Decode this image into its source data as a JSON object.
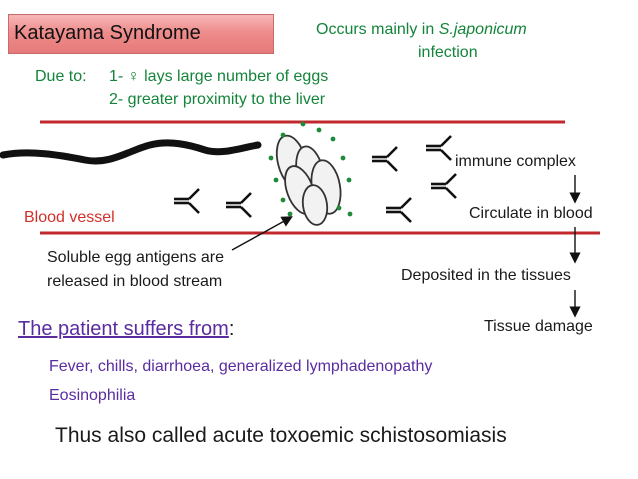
{
  "header": {
    "title": "Katayama Syndrome",
    "note_line1": "Occurs mainly in S.japonicum",
    "note_line2": "infection"
  },
  "causes": {
    "label": "Due to:",
    "items": [
      "1- ♀ lays large number of eggs",
      "2- greater proximity to the liver"
    ]
  },
  "diagram": {
    "blood_vessel_label": "Blood vessel",
    "antigen_text": [
      "Soluble egg antigens are",
      "released in blood stream"
    ],
    "sequence": [
      "immune complex",
      "Circulate in blood",
      "Deposited in the tissues",
      "Tissue damage"
    ]
  },
  "symptoms": {
    "heading": "The patient suffers from",
    "items": [
      "Fever, chills, diarrhoea, generalized lymphadenopathy",
      "Eosinophilia"
    ]
  },
  "conclusion": "Thus also called acute toxoemic schistosomiasis",
  "colors": {
    "vessel_wall": "#c0282d",
    "green_text": "#13843a",
    "red_text": "#d0302a",
    "purple_text": "#5a2ca0"
  }
}
